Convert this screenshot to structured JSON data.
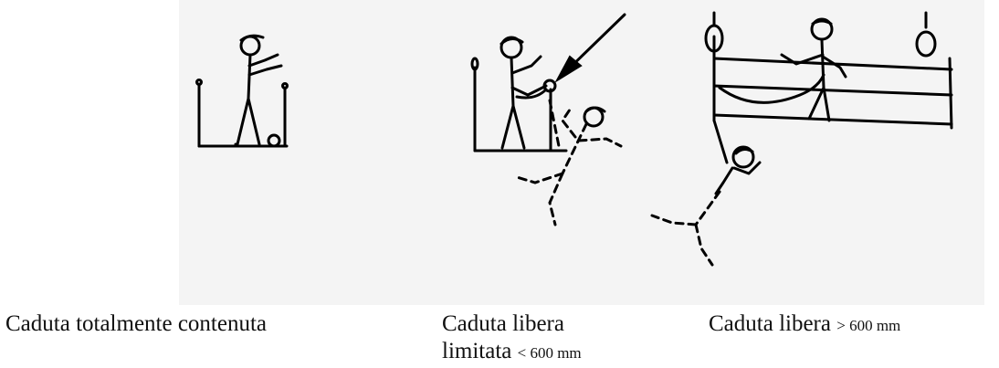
{
  "captions": {
    "contained": {
      "text": "Caduta totalmente contenuta"
    },
    "limited": {
      "line1": "Caduta libera",
      "line2_text": "limitata ",
      "line2_measure": "< 600 mm"
    },
    "free": {
      "text": "Caduta libera ",
      "measure": "> 600 mm"
    }
  }
}
